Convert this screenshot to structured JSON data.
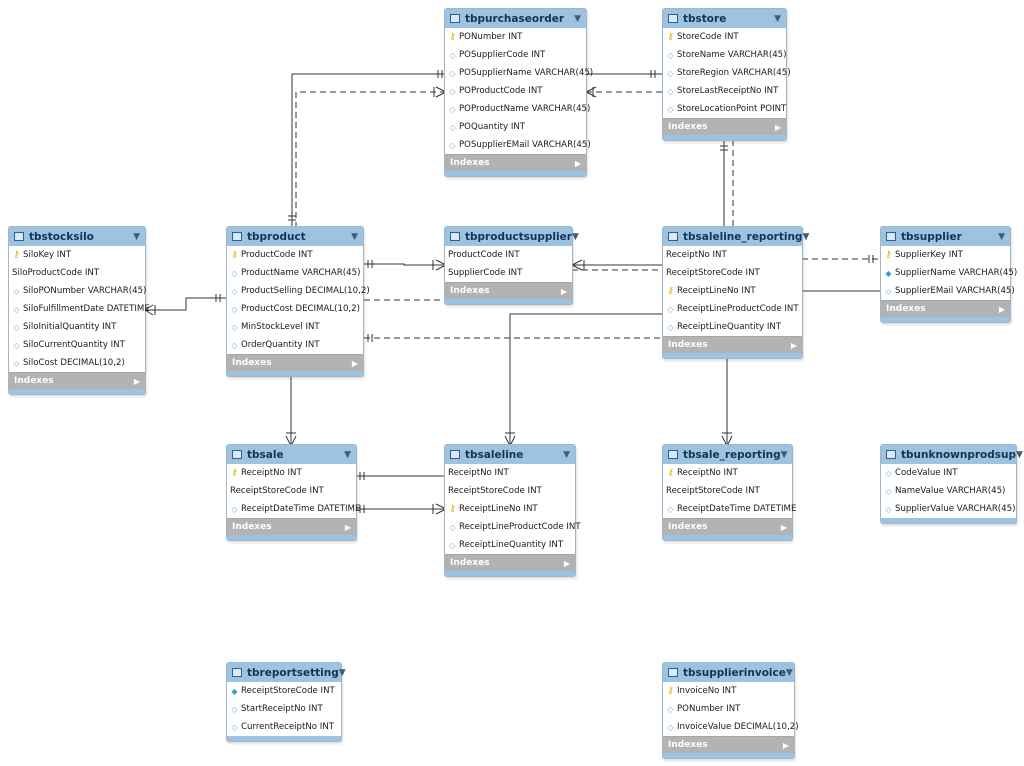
{
  "tables": {
    "tbpurchaseorder": {
      "name": "tbpurchaseorder",
      "columns": [
        {
          "text": "PONumber INT",
          "kind": "key"
        },
        {
          "text": "POSupplierCode INT",
          "kind": "fk"
        },
        {
          "text": "POSupplierName VARCHAR(45)",
          "kind": "col"
        },
        {
          "text": "POProductCode INT",
          "kind": "fk"
        },
        {
          "text": "POProductName VARCHAR(45)",
          "kind": "col"
        },
        {
          "text": "POQuantity INT",
          "kind": "col"
        },
        {
          "text": "POSupplierEMail VARCHAR(45)",
          "kind": "col"
        }
      ],
      "indexes": "Indexes"
    },
    "tbstore": {
      "name": "tbstore",
      "columns": [
        {
          "text": "StoreCode INT",
          "kind": "key"
        },
        {
          "text": "StoreName VARCHAR(45)",
          "kind": "col"
        },
        {
          "text": "StoreRegion VARCHAR(45)",
          "kind": "col"
        },
        {
          "text": "StoreLastReceiptNo INT",
          "kind": "col"
        },
        {
          "text": "StoreLocationPoint POINT",
          "kind": "col"
        }
      ],
      "indexes": "Indexes"
    },
    "tbstocksilo": {
      "name": "tbstocksilo",
      "columns": [
        {
          "text": "SiloKey INT",
          "kind": "key"
        },
        {
          "text": "SiloProductCode INT",
          "kind": "none"
        },
        {
          "text": "SiloPONumber VARCHAR(45)",
          "kind": "col"
        },
        {
          "text": "SiloFulfillmentDate DATETIME",
          "kind": "col"
        },
        {
          "text": "SiloInitialQuantity INT",
          "kind": "col"
        },
        {
          "text": "SiloCurrentQuantity INT",
          "kind": "col"
        },
        {
          "text": "SiloCost DECIMAL(10,2)",
          "kind": "col"
        }
      ],
      "indexes": "Indexes"
    },
    "tbproduct": {
      "name": "tbproduct",
      "columns": [
        {
          "text": "ProductCode INT",
          "kind": "key"
        },
        {
          "text": "ProductName VARCHAR(45)",
          "kind": "col"
        },
        {
          "text": "ProductSelling DECIMAL(10,2)",
          "kind": "col"
        },
        {
          "text": "ProductCost DECIMAL(10,2)",
          "kind": "col"
        },
        {
          "text": "MinStockLevel INT",
          "kind": "col"
        },
        {
          "text": "OrderQuantity INT",
          "kind": "col"
        }
      ],
      "indexes": "Indexes"
    },
    "tbproductsupplier": {
      "name": "tbproductsupplier",
      "columns": [
        {
          "text": "ProductCode INT",
          "kind": "none"
        },
        {
          "text": "SupplierCode INT",
          "kind": "none"
        }
      ],
      "indexes": "Indexes"
    },
    "tbsaleline_reporting": {
      "name": "tbsaleline_reporting",
      "columns": [
        {
          "text": "ReceiptNo INT",
          "kind": "none"
        },
        {
          "text": "ReceiptStoreCode INT",
          "kind": "none"
        },
        {
          "text": "ReceiptLineNo INT",
          "kind": "key"
        },
        {
          "text": "ReceiptLineProductCode INT",
          "kind": "fk"
        },
        {
          "text": "ReceiptLineQuantity INT",
          "kind": "col"
        }
      ],
      "indexes": "Indexes"
    },
    "tbsupplier": {
      "name": "tbsupplier",
      "columns": [
        {
          "text": "SupplierKey INT",
          "kind": "key"
        },
        {
          "text": "SupplierName VARCHAR(45)",
          "kind": "nn"
        },
        {
          "text": "SupplierEMail VARCHAR(45)",
          "kind": "col"
        }
      ],
      "indexes": "Indexes"
    },
    "tbsale": {
      "name": "tbsale",
      "columns": [
        {
          "text": "ReceiptNo INT",
          "kind": "key"
        },
        {
          "text": "ReceiptStoreCode INT",
          "kind": "none"
        },
        {
          "text": "ReceiptDateTime DATETIME",
          "kind": "col"
        }
      ],
      "indexes": "Indexes"
    },
    "tbsaleline": {
      "name": "tbsaleline",
      "columns": [
        {
          "text": "ReceiptNo INT",
          "kind": "none"
        },
        {
          "text": "ReceiptStoreCode INT",
          "kind": "none"
        },
        {
          "text": "ReceiptLineNo INT",
          "kind": "key"
        },
        {
          "text": "ReceiptLineProductCode INT",
          "kind": "fk"
        },
        {
          "text": "ReceiptLineQuantity INT",
          "kind": "col"
        }
      ],
      "indexes": "Indexes"
    },
    "tbsale_reporting": {
      "name": "tbsale_reporting",
      "columns": [
        {
          "text": "ReceiptNo INT",
          "kind": "key"
        },
        {
          "text": "ReceiptStoreCode INT",
          "kind": "none"
        },
        {
          "text": "ReceiptDateTime DATETIME",
          "kind": "col"
        }
      ],
      "indexes": "Indexes"
    },
    "tbunknownprodsup": {
      "name": "tbunknownprodsup",
      "columns": [
        {
          "text": "CodeValue INT",
          "kind": "col"
        },
        {
          "text": "NameValue VARCHAR(45)",
          "kind": "col"
        },
        {
          "text": "SupplierValue VARCHAR(45)",
          "kind": "col"
        }
      ],
      "indexes": ""
    },
    "tbreportsetting": {
      "name": "tbreportsetting",
      "columns": [
        {
          "text": "ReceiptStoreCode INT",
          "kind": "nn"
        },
        {
          "text": "StartReceiptNo INT",
          "kind": "col"
        },
        {
          "text": "CurrentReceiptNo INT",
          "kind": "col"
        }
      ],
      "indexes": ""
    },
    "tbsupplierinvoice": {
      "name": "tbsupplierinvoice",
      "columns": [
        {
          "text": "InvoiceNo INT",
          "kind": "key"
        },
        {
          "text": "PONumber INT",
          "kind": "col"
        },
        {
          "text": "InvoiceValue DECIMAL(10,2)",
          "kind": "col"
        }
      ],
      "indexes": "Indexes"
    }
  },
  "icons": {
    "key": "key-icon",
    "fk": "foreign-key-diamond-icon",
    "col": "column-diamond-icon",
    "nn": "not-null-diamond-icon",
    "table": "table-icon",
    "expand": "chevron-down-icon",
    "index_expand": "triangle-right-icon"
  },
  "colors": {
    "header": "#9dc3e0",
    "indexes_bar": "#b3b3b3",
    "line": "#333333",
    "key": "#e0b400"
  }
}
